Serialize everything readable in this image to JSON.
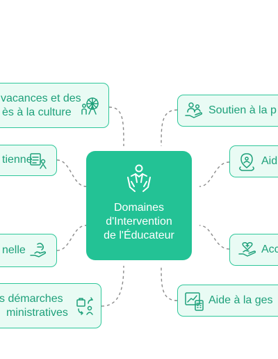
{
  "center": {
    "icon": "hands-lifting-child-icon",
    "lines": [
      "Domaines",
      "d'Intervention",
      "de l'Éducateur"
    ]
  },
  "colors": {
    "accent": "#23c295",
    "card_fill": "#e9fbf4",
    "card_border": "#2fc79a",
    "card_text": "#1ea07a",
    "connector": "#8a8a8a"
  },
  "nodes_left": [
    {
      "lines": [
        "vacances et des",
        "ès à la culture"
      ],
      "icon": "ferris-wheel-icon"
    },
    {
      "lines": [
        "tienne"
      ],
      "icon": "daily-schedule-icon"
    },
    {
      "lines": [
        "nelle"
      ],
      "icon": "caring-hand-icon"
    },
    {
      "lines": [
        "s démarches",
        "ministratives"
      ],
      "icon": "admin-procedures-icon"
    }
  ],
  "nodes_right": [
    {
      "lines": [
        "Soutien à la p"
      ],
      "icon": "parent-support-icon"
    },
    {
      "lines": [
        "Aid"
      ],
      "icon": "location-help-icon"
    },
    {
      "lines": [
        "Acc"
      ],
      "icon": "hand-heart-icon"
    },
    {
      "lines": [
        "Aide à la ges"
      ],
      "icon": "budget-calculator-icon"
    }
  ]
}
